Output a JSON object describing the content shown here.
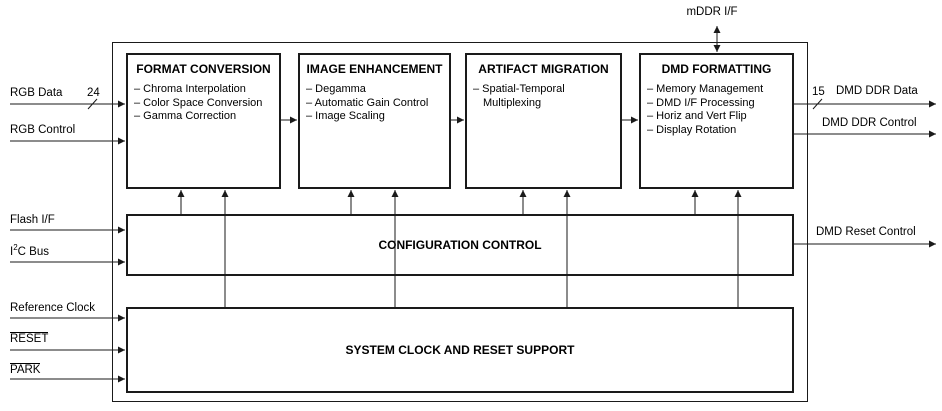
{
  "diagram_type": "block-diagram",
  "colors": {
    "line": "#000000",
    "background": "#ffffff"
  },
  "blocks": {
    "format_conversion": {
      "title": "FORMAT CONVERSION",
      "items": [
        "– Chroma Interpolation",
        "– Color Space Conversion",
        "– Gamma Correction"
      ]
    },
    "image_enhancement": {
      "title": "IMAGE ENHANCEMENT",
      "items": [
        "– Degamma",
        "– Automatic Gain Control",
        "– Image Scaling"
      ]
    },
    "artifact_migration": {
      "title": "ARTIFACT MIGRATION",
      "items": [
        "– Spatial-Temporal Multiplexing"
      ]
    },
    "dmd_formatting": {
      "title": "DMD FORMATTING",
      "items": [
        "– Memory Management",
        "– DMD I/F Processing",
        "– Horiz and Vert Flip",
        "– Display Rotation"
      ]
    },
    "configuration_control": {
      "title": "CONFIGURATION CONTROL"
    },
    "system_clock": {
      "title": "SYSTEM CLOCK AND RESET SUPPORT"
    }
  },
  "signals": {
    "rgb_data": {
      "label": "RGB Data",
      "bus_width": "24"
    },
    "rgb_control": {
      "label": "RGB Control"
    },
    "flash_if": {
      "label": "Flash I/F"
    },
    "i2c_bus": {
      "base": "I",
      "sup": "2",
      "rest": "C Bus"
    },
    "reference_clock": {
      "label": "Reference Clock"
    },
    "reset": {
      "label": "RESET"
    },
    "park": {
      "label": "PARK"
    },
    "mddr_if": {
      "label": "mDDR I/F"
    },
    "dmd_ddr_data": {
      "label": "DMD DDR Data",
      "bus_width": "15"
    },
    "dmd_ddr_control": {
      "label": "DMD DDR Control"
    },
    "dmd_reset_control": {
      "label": "DMD Reset Control"
    }
  }
}
